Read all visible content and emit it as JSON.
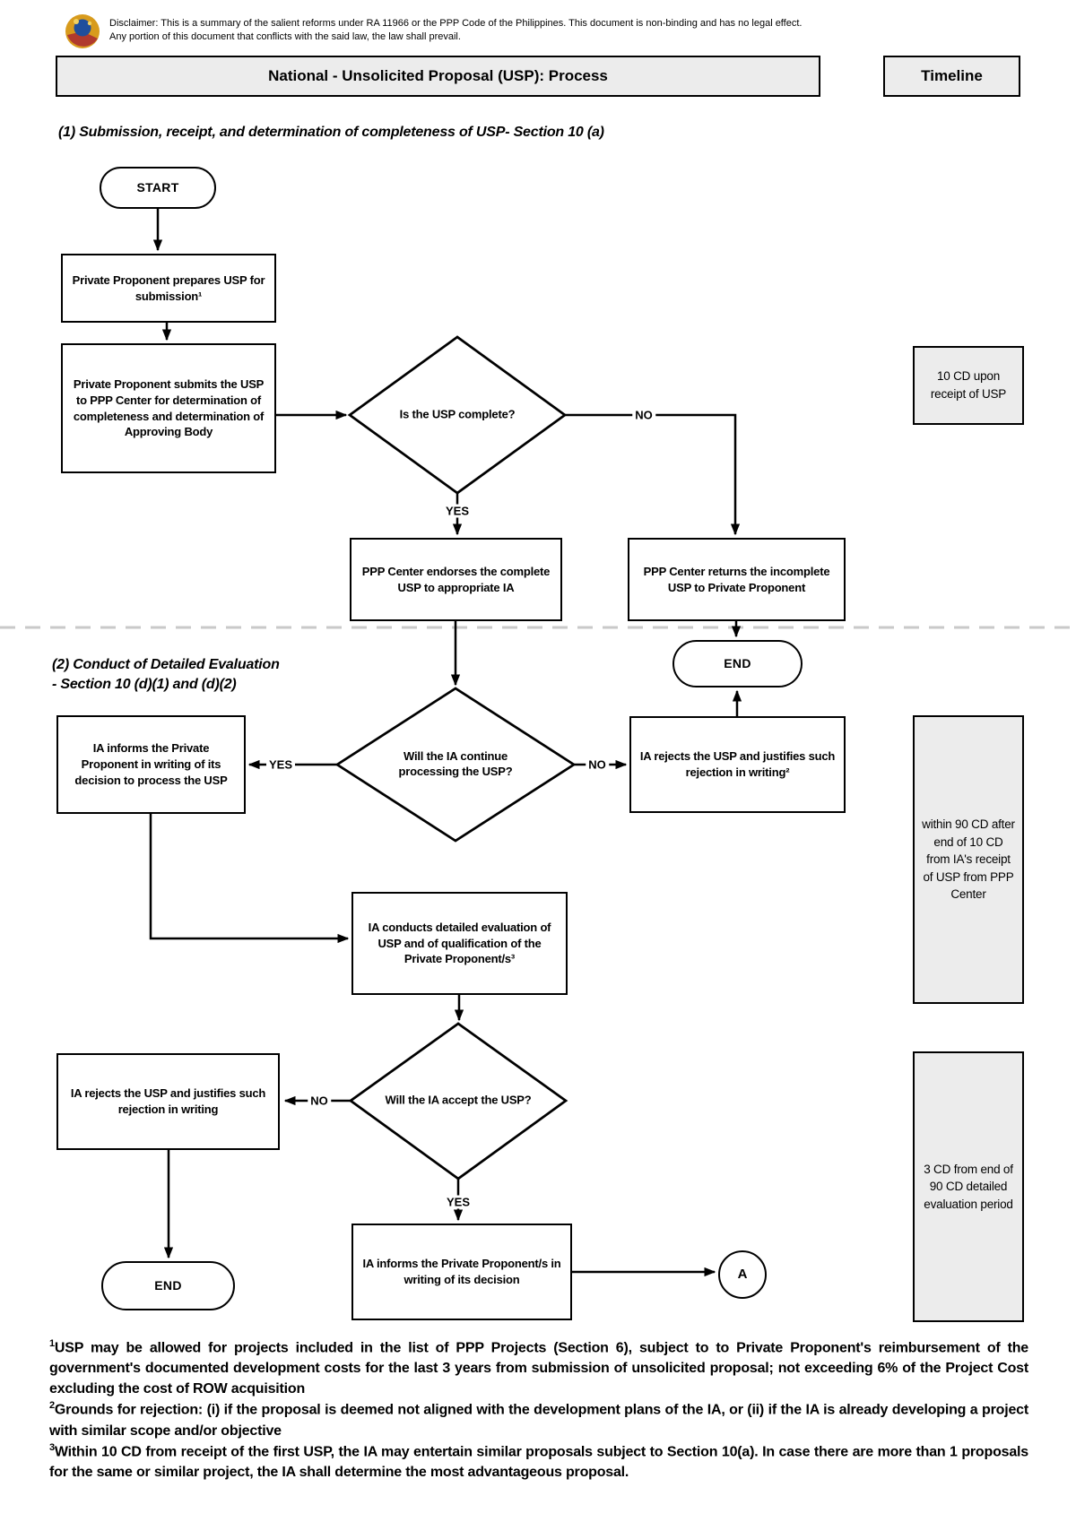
{
  "disclaimer": {
    "line1": "Disclaimer: This is a summary of the salient reforms under RA 11966 or the PPP Code of the Philippines. This document is non-binding and has no legal effect.",
    "line2": "Any portion of this document that conflicts with the said law, the law shall prevail."
  },
  "header": {
    "title": "National - Unsolicited Proposal (USP): Process",
    "timeline_label": "Timeline"
  },
  "sections": {
    "s1": "(1) Submission, receipt, and determination of completeness of USP- Section 10 (a)",
    "s2_line1": "(2) Conduct of Detailed Evaluation",
    "s2_line2": "- Section 10 (d)(1) and (d)(2)"
  },
  "flow": {
    "start": "START",
    "prepare": "Private Proponent prepares USP for submission¹",
    "submit": "Private Proponent submits the USP to PPP Center for determination of completeness and determination of Approving Body",
    "d1": "Is the USP complete?",
    "endorse": "PPP Center endorses the complete USP to appropriate IA",
    "return": "PPP Center returns the incomplete USP to Private Proponent",
    "end1": "END",
    "d2": "Will the IA continue processing the USP?",
    "informs1": "IA informs the Private Proponent in writing of its decision to process the USP",
    "reject2": "IA rejects the USP and justifies such rejection in writing²",
    "conducts": "IA conducts detailed evaluation of USP and of qualification of the Private Proponent/s³",
    "d3": "Will the IA accept the USP?",
    "reject3": "IA rejects the USP and justifies such rejection in writing",
    "informs2": "IA informs the Private Proponent/s in writing of its decision",
    "end2": "END",
    "connector_a": "A",
    "yes": "YES",
    "no": "NO"
  },
  "timeline": {
    "t1": "10 CD upon receipt of USP",
    "t2": "within 90 CD after end of 10 CD from IA's receipt of USP from PPP Center",
    "t3": "3 CD from end of 90 CD detailed evaluation period"
  },
  "footnotes": [
    {
      "marker": "1",
      "text": "USP may be allowed for projects included in the list of PPP Projects (Section 6), subject to to Private Proponent's reimbursement of the government's documented development costs for the last 3 years from submission of unsolicited proposal; not exceeding 6% of the Project Cost excluding the cost of ROW acquisition"
    },
    {
      "marker": "2",
      "text": "Grounds for rejection: (i) if the proposal is deemed not aligned with the development plans of the IA, or (ii) if the IA is already developing a project with similar scope and/or objective"
    },
    {
      "marker": "3",
      "text": "Within 10 CD from receipt of the first USP, the IA may entertain similar proposals subject to Section 10(a). In case there are more than 1 proposals for the same or similar project, the IA shall determine the most advantageous proposal."
    }
  ],
  "colors": {
    "panel_fill": "#ececec",
    "line": "#000000",
    "dashed_divider": "#c9c9c9",
    "box_fill": "#ffffff"
  }
}
